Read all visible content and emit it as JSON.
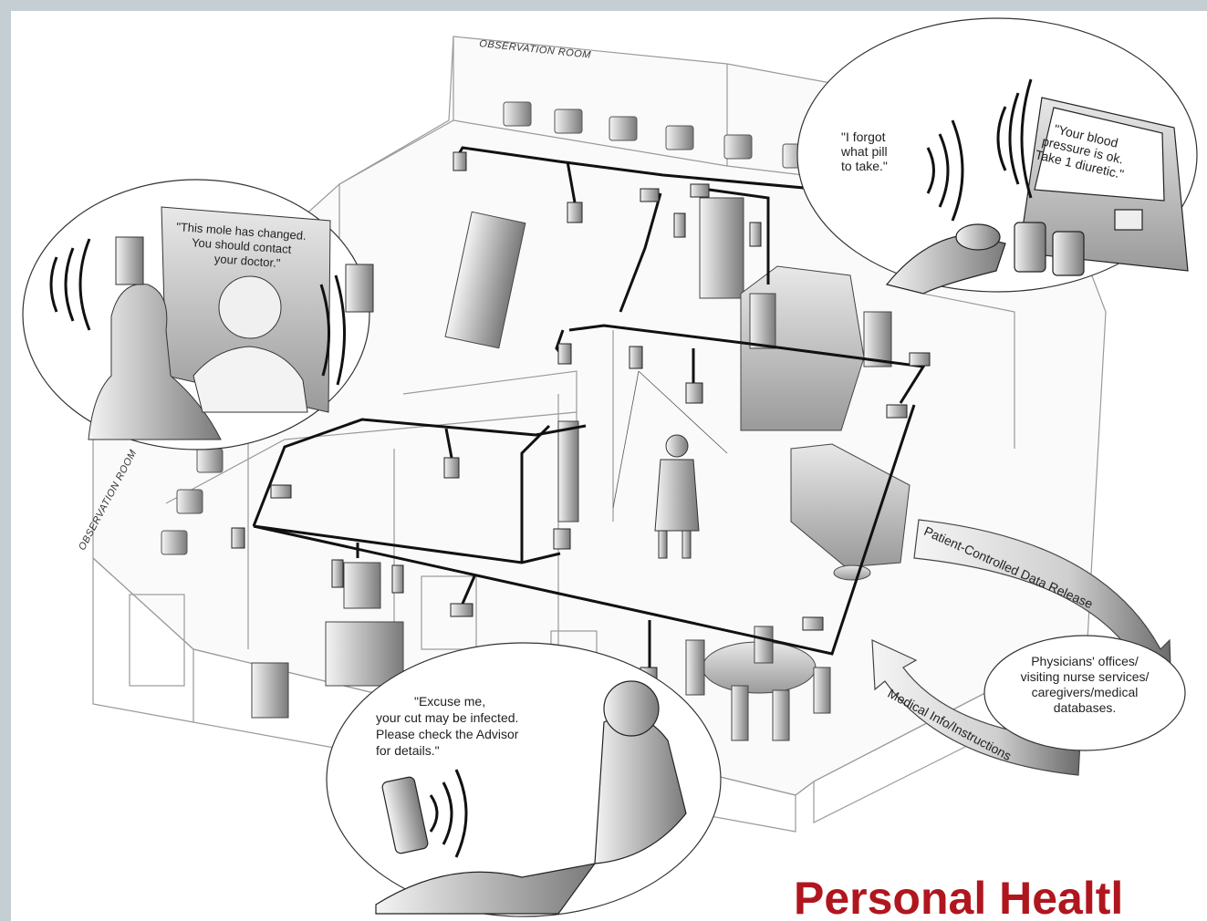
{
  "labels": {
    "observation_room_top": "OBSERVATION ROOM",
    "observation_room_left": "OBSERVATION ROOM"
  },
  "bubbles": {
    "mirror": [
      "\"This mole has changed.",
      "You should contact",
      "your doctor.\""
    ],
    "pill_person": [
      "\"I forgot",
      "what pill",
      "to take.\""
    ],
    "screen": [
      "\"Your blood",
      "pressure is ok.",
      "Take 1 diuretic.\""
    ],
    "phone": [
      "\"Excuse me,",
      "your cut may be infected.",
      "Please check the Advisor",
      "for details.\""
    ]
  },
  "flow": {
    "release_label": "Patient-Controlled Data Release",
    "instructions_label": "Medical Info/Instructions",
    "destination": [
      "Physicians' offices/",
      "visiting nurse services/",
      "caregivers/medical",
      "databases."
    ]
  },
  "title": "Personal Healtl",
  "colors": {
    "background": "#c5cfd3",
    "title": "#b0161e",
    "network": "#111111"
  }
}
